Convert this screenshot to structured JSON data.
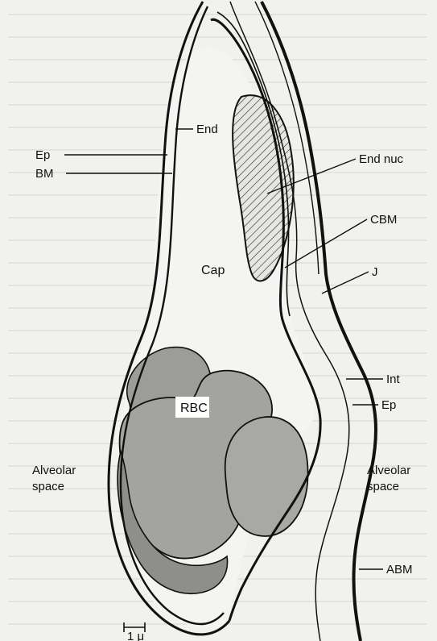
{
  "labels": {
    "end": "End",
    "ep_left": "Ep",
    "bm": "BM",
    "end_nuc": "End nuc",
    "cbm": "CBM",
    "j": "J",
    "cap": "Cap",
    "int": "Int",
    "ep_right": "Ep",
    "rbc": "RBC",
    "alveolar_left_1": "Alveolar",
    "alveolar_left_2": "space",
    "alveolar_right_1": "Alveolar",
    "alveolar_right_2": "space",
    "abm": "ABM",
    "scale": "1 μ"
  },
  "colors": {
    "background": "#f1f1ee",
    "red_cell_fill": "#9c9c98",
    "ink": "#111111"
  }
}
